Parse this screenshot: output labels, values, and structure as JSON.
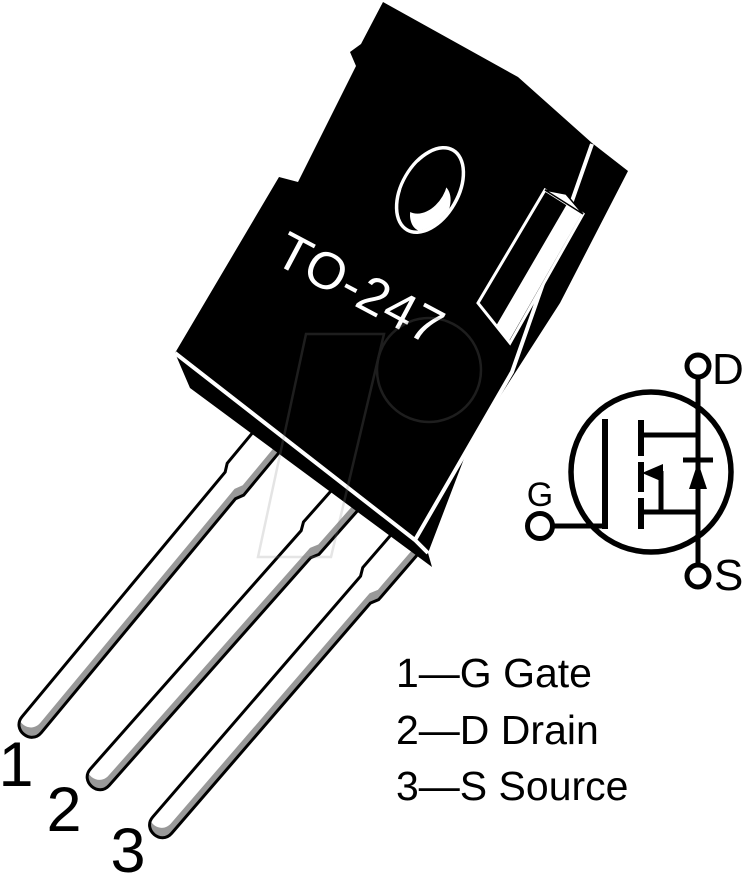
{
  "figure": {
    "package": {
      "marking": "TO-247",
      "pins": [
        {
          "number": "1",
          "terminal": "G",
          "name": "Gate"
        },
        {
          "number": "2",
          "terminal": "D",
          "name": "Drain"
        },
        {
          "number": "3",
          "terminal": "S",
          "name": "Source"
        }
      ]
    },
    "legend": {
      "lines": [
        "1—G Gate",
        "2—D Drain",
        "3—S Source"
      ]
    },
    "symbol": {
      "type": "n-channel-mosfet-with-body-diode",
      "gate_label": "G",
      "drain_label": "D",
      "source_label": "S"
    },
    "colors": {
      "background": "#ffffff",
      "package_body": "#000000",
      "marking_text": "#ffffff",
      "lead_fill": "#ffffff",
      "lead_shade": "#999999",
      "line": "#000000",
      "watermark": "#888888"
    }
  }
}
